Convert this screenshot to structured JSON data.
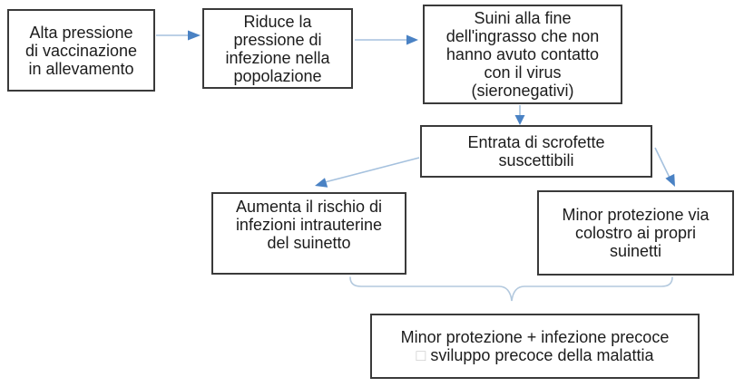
{
  "diagram": {
    "title": "Flowchart: effetti della pressione di vaccinazione in allevamento suino",
    "background_color": "#ffffff",
    "box_border_color": "#3a3a3a",
    "arrow_line_color": "#a5c1de",
    "arrow_head_color": "#4a82c4",
    "brace_color": "#b3c9de",
    "missing_glyph_color": "#c9c9c9",
    "nodes": {
      "alta_pressione": {
        "lines": [
          "Alta pressione",
          "di vaccinazione",
          "in allevamento"
        ]
      },
      "riduce_pressione": {
        "lines": [
          "Riduce la",
          "pressione di",
          "infezione nella",
          "popolazione"
        ]
      },
      "suini_fine_ingrasso": {
        "lines": [
          "Suini alla fine",
          "dell'ingrasso che non",
          "hanno avuto contatto",
          "con il virus",
          "(sieronegativi)"
        ]
      },
      "entrata_scrofette": {
        "lines": [
          "Entrata di scrofette",
          "suscettibili"
        ]
      },
      "rischio_intrauterine": {
        "lines": [
          "Aumenta il rischio di",
          "infezioni intrauterine",
          "del suinetto"
        ]
      },
      "minor_protezione_colostro": {
        "lines": [
          "Minor protezione via",
          "colostro ai propri",
          "suinetti"
        ]
      },
      "esito_finale": {
        "line1": "Minor protezione + infezione precoce",
        "glyph": "□",
        "line2": "sviluppo precoce della malattia"
      }
    }
  }
}
